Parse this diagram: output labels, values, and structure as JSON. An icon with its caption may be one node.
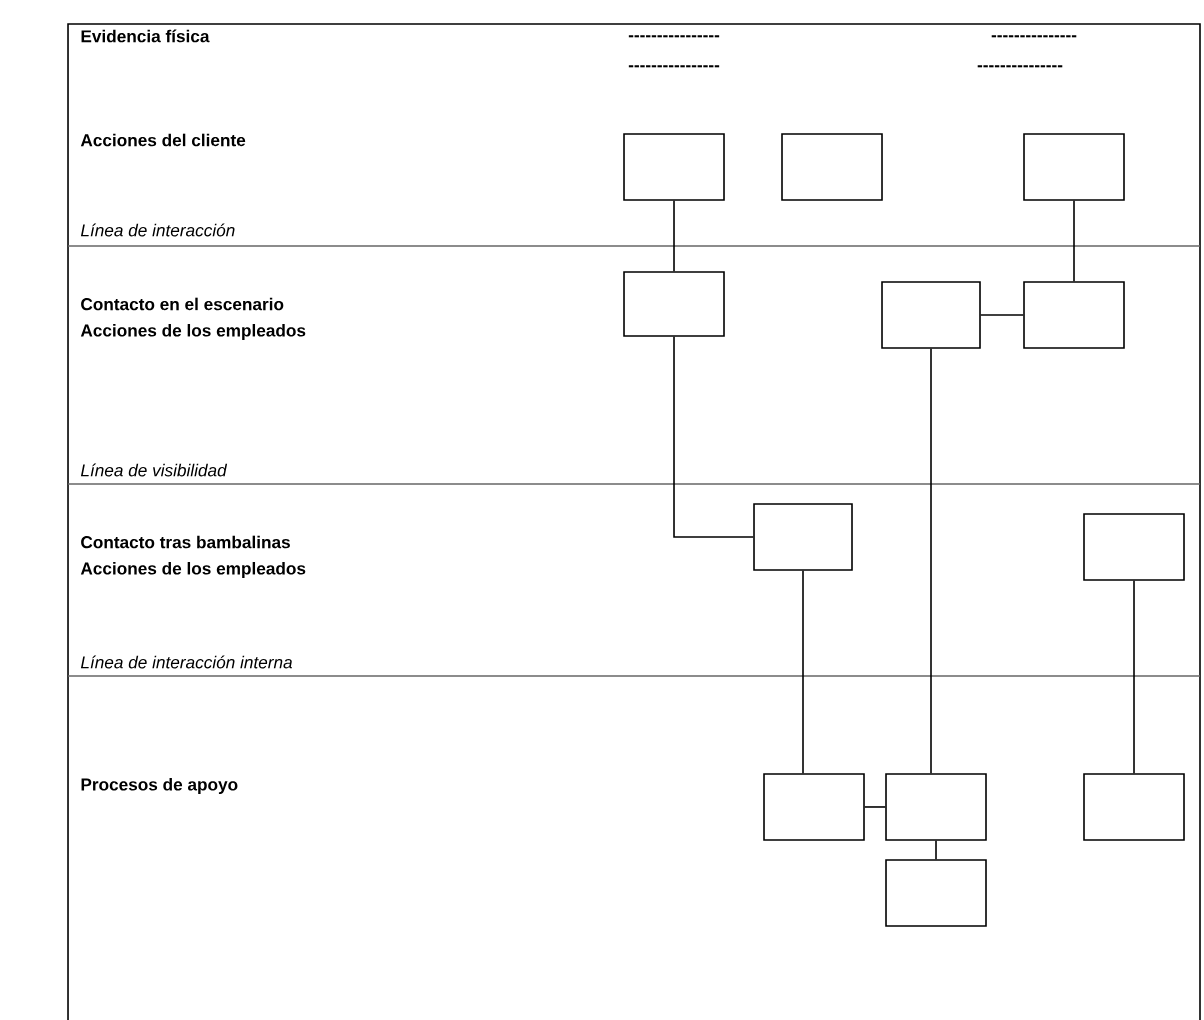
{
  "diagram": {
    "nodes": [
      {
        "text": [],
        "shape": "box"
      },
      {
        "text": [],
        "shape": "box"
      },
      {
        "text": [],
        "shape": "box"
      },
      {
        "text": [],
        "shape": "box"
      },
      {
        "text": [],
        "shape": "box"
      },
      {
        "text": [],
        "shape": "box"
      },
      {
        "text": [],
        "shape": "box"
      },
      {
        "text": [],
        "shape": "box"
      },
      {
        "text": [],
        "shape": "box"
      },
      {
        "text": [],
        "shape": "box"
      },
      {
        "text": [],
        "shape": "box"
      },
      {
        "text": [],
        "shape": "box"
      }
    ],
    "edges": [
      {
        "from": 0,
        "to": 3,
        "arrow": "none"
      },
      {
        "from": 2,
        "to": 5,
        "arrow": "none"
      },
      {
        "from": 4,
        "to": 5,
        "arrow": "none"
      },
      {
        "from": 3,
        "to": 6,
        "arrow": "none"
      },
      {
        "from": 6,
        "to": 8,
        "arrow": "none"
      },
      {
        "from": 4,
        "to": 9,
        "arrow": "none"
      },
      {
        "from": 8,
        "to": 9,
        "arrow": "none"
      },
      {
        "from": 9,
        "to": 11,
        "arrow": "none"
      },
      {
        "from": 7,
        "to": 10,
        "arrow": "none"
      }
    ],
    "labels": [
      "Evidencia física",
      "----------------",
      "---------------",
      "----------------",
      "---------------",
      "Acciones del cliente",
      "Línea de interacción",
      "Contacto en el escenario",
      "Acciones de los empleados",
      "Línea de visibilidad",
      "Contacto tras bambalinas",
      "Acciones de los empleados",
      "Línea de interacción interna",
      "Procesos de apoyo"
    ]
  }
}
